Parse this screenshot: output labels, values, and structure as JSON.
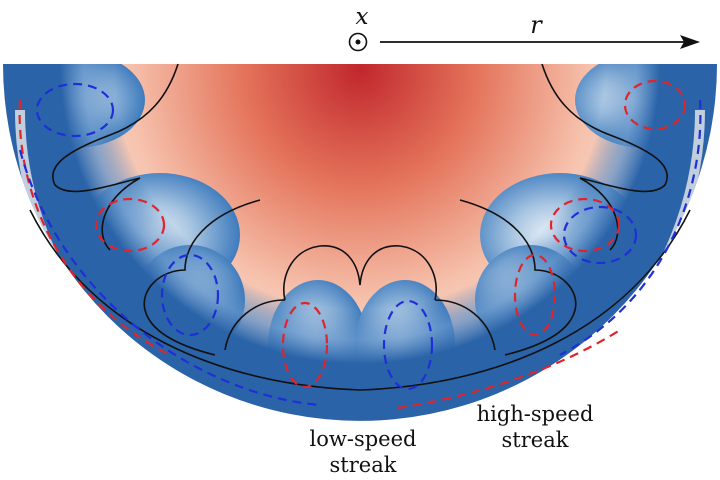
{
  "axes": {
    "out_of_plane_label": "x",
    "radial_label": "r"
  },
  "annotations": {
    "low_speed_line1": "low-speed",
    "low_speed_line2": "streak",
    "high_speed_line1": "high-speed",
    "high_speed_line2": "streak"
  },
  "colors": {
    "high_speed_core": "#c1272d",
    "mid_red": "#ee9a78",
    "neutral": "#f8f2ef",
    "low_speed_blue": "#2f6db3",
    "contour_line": "#111111",
    "dashed_red": "#e0242b",
    "dashed_blue": "#1f2fd8"
  }
}
